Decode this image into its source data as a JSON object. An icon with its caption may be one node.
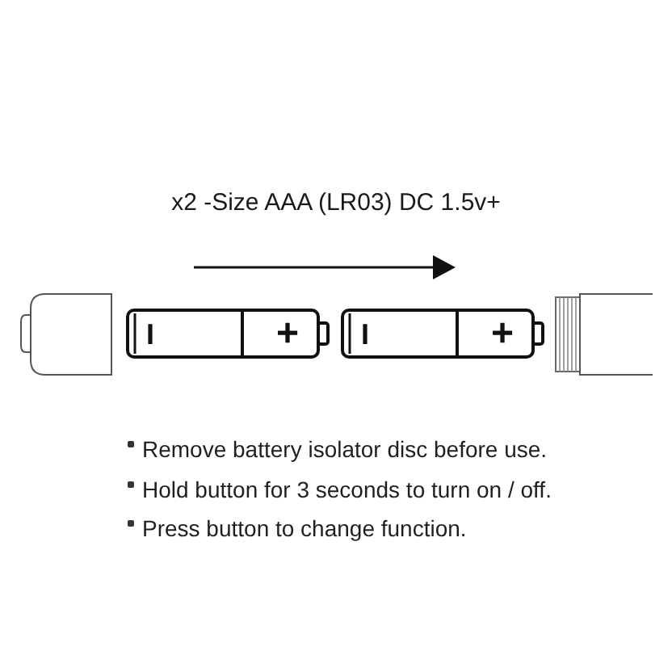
{
  "diagram": {
    "title": "x2 -Size AAA (LR03) DC 1.5v+",
    "nodes": [
      {
        "text": [
          "I",
          "+"
        ]
      },
      {
        "text": [
          "I",
          "+"
        ]
      }
    ],
    "labels": [
      "Remove battery isolator disc before use.",
      "Hold button for 3 seconds to turn on / off.",
      "Press button to change function."
    ]
  }
}
